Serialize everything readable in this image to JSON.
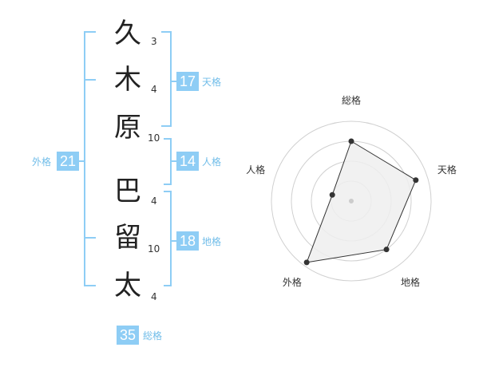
{
  "name": {
    "characters": [
      {
        "char": "久",
        "strokes": "3"
      },
      {
        "char": "木",
        "strokes": "4"
      },
      {
        "char": "原",
        "strokes": "10"
      },
      {
        "char": "巴",
        "strokes": "4"
      },
      {
        "char": "留",
        "strokes": "10"
      },
      {
        "char": "太",
        "strokes": "4"
      }
    ]
  },
  "fortunes": {
    "tenkaku": {
      "value": "17",
      "label": "天格"
    },
    "jinkaku": {
      "value": "14",
      "label": "人格"
    },
    "chikaku": {
      "value": "18",
      "label": "地格"
    },
    "gaikaku": {
      "value": "21",
      "label": "外格"
    },
    "soukaku": {
      "value": "35",
      "label": "総格"
    }
  },
  "colors": {
    "accent": "#8ecdf5",
    "label": "#71bde9",
    "ring": "#d0d0d0",
    "fill": "#eeeeee",
    "line": "#333333"
  },
  "chart_data": {
    "type": "radar",
    "axes": [
      "総格",
      "天格",
      "地格",
      "外格",
      "人格"
    ],
    "values": [
      0.75,
      0.85,
      0.75,
      0.95,
      0.25
    ],
    "range": [
      0,
      1
    ],
    "rings": 4
  }
}
